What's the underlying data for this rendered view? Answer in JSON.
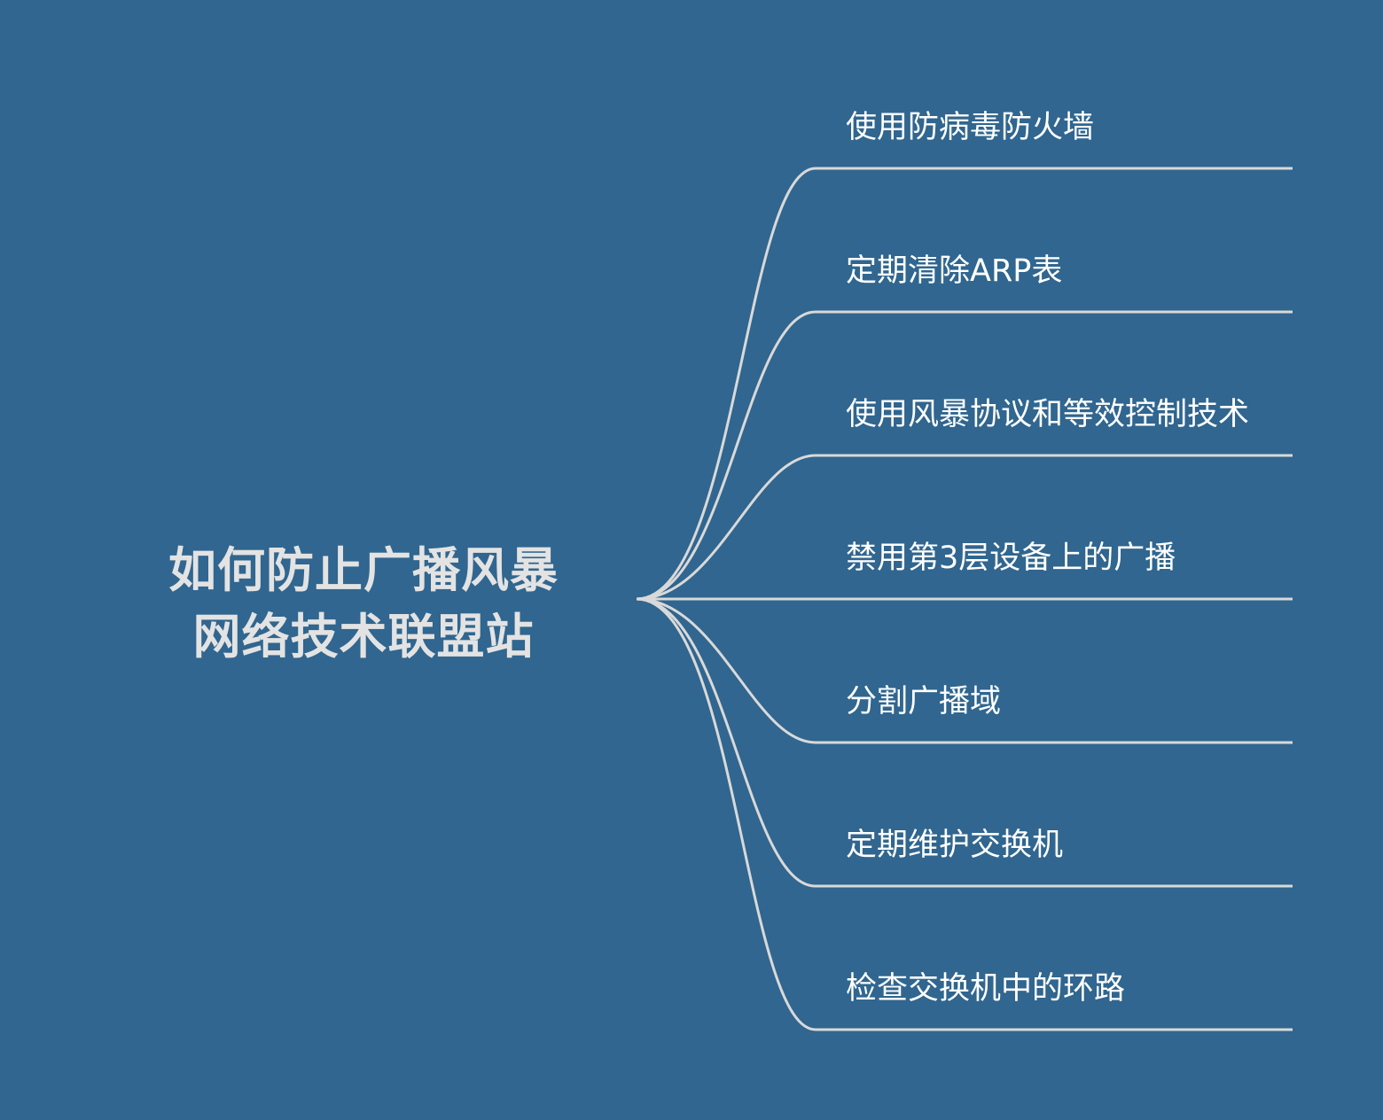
{
  "root": {
    "lines": [
      "如何防止广播风暴",
      "网络技术联盟站"
    ]
  },
  "branches": [
    "使用防病毒防火墙",
    "定期清除ARP表",
    "使用风暴协议和等效控制技术",
    "禁用第3层设备上的广播",
    "分割广播域",
    "定期维护交换机",
    "检查交换机中的环路"
  ],
  "colors": {
    "background": "#30668f",
    "connector": "#d9d9d9",
    "root_text": "#e3e3e3",
    "branch_text": "#ffffff"
  }
}
